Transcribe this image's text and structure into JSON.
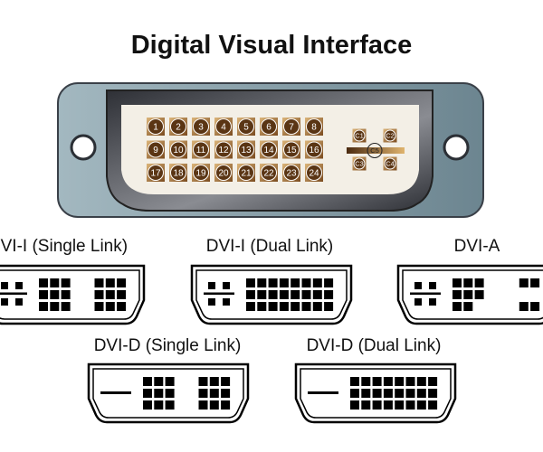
{
  "title": "Digital Visual Interface",
  "main_connector": {
    "pins": [
      "1",
      "2",
      "3",
      "4",
      "5",
      "6",
      "7",
      "8",
      "9",
      "10",
      "11",
      "12",
      "13",
      "14",
      "15",
      "16",
      "17",
      "18",
      "19",
      "20",
      "21",
      "22",
      "23",
      "24"
    ],
    "analog_pins": [
      "C1",
      "C2",
      "C3",
      "C4"
    ],
    "ground_pin": "C5",
    "colors": {
      "plate": "#8aa3ad",
      "shell": "#3d3f45",
      "insert": "#f3efe6",
      "pin": "#5a3514",
      "pin_pad": "#c49458"
    }
  },
  "variants": [
    {
      "label": "DVI-I (Single Link)",
      "analog": "pins",
      "grid": [
        [
          1,
          1,
          1,
          0,
          0,
          1,
          1,
          1
        ],
        [
          1,
          1,
          1,
          0,
          0,
          1,
          1,
          1
        ],
        [
          1,
          1,
          1,
          0,
          0,
          1,
          1,
          1
        ]
      ]
    },
    {
      "label": "DVI-I (Dual Link)",
      "analog": "pins",
      "grid": [
        [
          1,
          1,
          1,
          1,
          1,
          1,
          1,
          1
        ],
        [
          1,
          1,
          1,
          1,
          1,
          1,
          1,
          1
        ],
        [
          1,
          1,
          1,
          1,
          1,
          1,
          1,
          1
        ]
      ]
    },
    {
      "label": "DVI-A",
      "analog": "pins",
      "grid": [
        [
          1,
          1,
          1,
          0,
          0,
          0,
          1,
          1
        ],
        [
          1,
          1,
          1,
          0,
          0,
          0,
          0,
          0
        ],
        [
          1,
          1,
          0,
          0,
          0,
          0,
          1,
          1
        ]
      ]
    },
    {
      "label": "DVI-D (Single Link)",
      "analog": "none",
      "grid": [
        [
          1,
          1,
          1,
          0,
          0,
          1,
          1,
          1
        ],
        [
          1,
          1,
          1,
          0,
          0,
          1,
          1,
          1
        ],
        [
          1,
          1,
          1,
          0,
          0,
          1,
          1,
          1
        ]
      ]
    },
    {
      "label": "DVI-D (Dual Link)",
      "analog": "none",
      "grid": [
        [
          1,
          1,
          1,
          1,
          1,
          1,
          1,
          1
        ],
        [
          1,
          1,
          1,
          1,
          1,
          1,
          1,
          1
        ],
        [
          1,
          1,
          1,
          1,
          1,
          1,
          1,
          1
        ]
      ]
    }
  ]
}
